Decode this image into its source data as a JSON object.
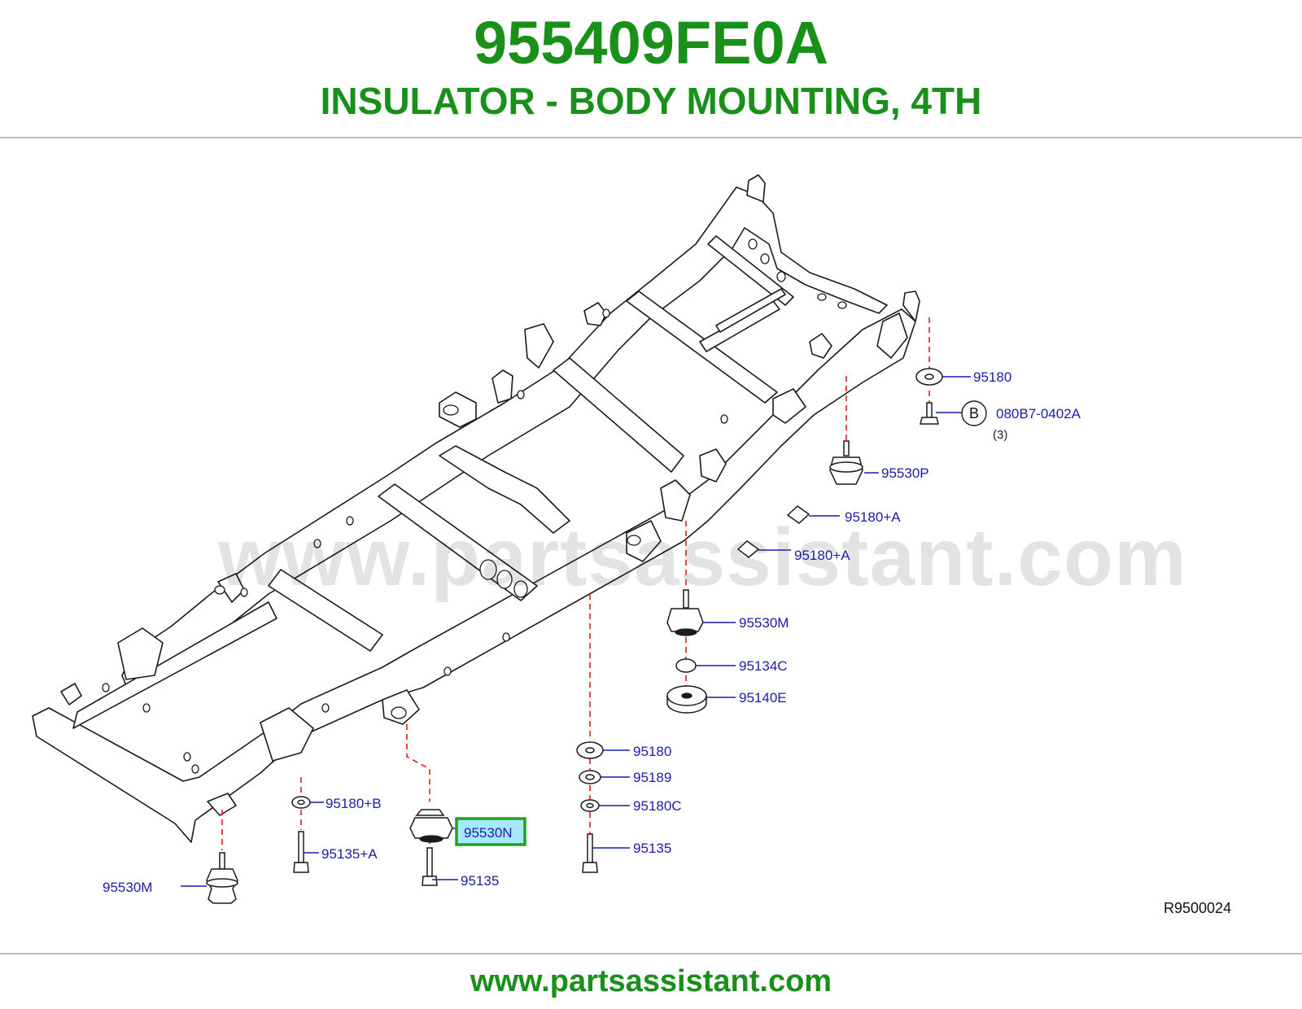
{
  "header": {
    "part_number": "955409FE0A",
    "description": "INSULATOR - BODY MOUNTING, 4TH"
  },
  "diagram": {
    "watermark": "www.partsassistant.com",
    "reference_code": "R9500024",
    "callouts": {
      "c95180_top": "95180",
      "b_marker": "B",
      "c080b7": "080B7-0402A",
      "qty_3": "(3)",
      "c95530p": "95530P",
      "c95180a_1": "95180+A",
      "c95180a_2": "95180+A",
      "c95530m_right": "95530M",
      "c95134c": "95134C",
      "c95140e": "95140E",
      "c95180_mid": "95180",
      "c95189": "95189",
      "c95180c": "95180C",
      "c95135_mid": "95135",
      "c95180b": "95180+B",
      "c95135a": "95135+A",
      "c95530n": "95530N",
      "c95135_left": "95135",
      "c95530m_left": "95530M"
    },
    "highlighted_callout": "95530N",
    "colors": {
      "title_green": "#18901a",
      "callout_blue": "#1c1ca8",
      "dashed_red": "#e02020",
      "highlight_border": "#1aa51a",
      "highlight_fill": "#a8e8ff"
    }
  },
  "footer": {
    "url": "www.partsassistant.com"
  }
}
